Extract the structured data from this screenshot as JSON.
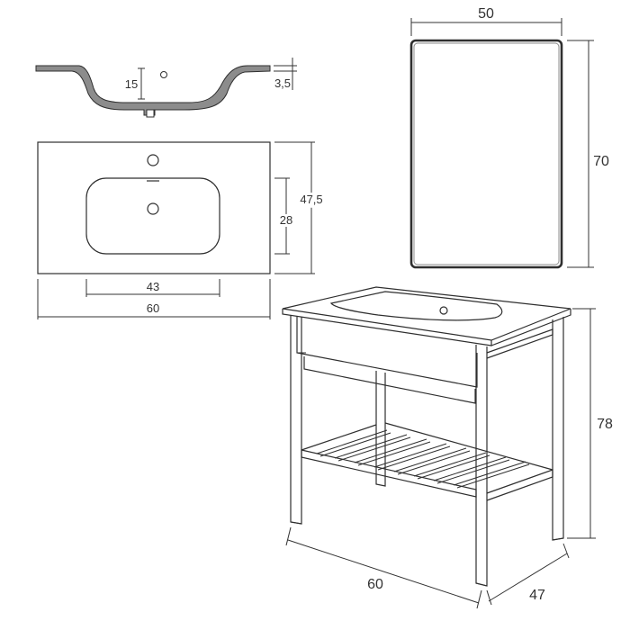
{
  "dimensions": {
    "sink_depth": "15",
    "rim_thickness": "3,5",
    "sink_depth_overall": "47,5",
    "bowl_depth": "28",
    "bowl_width": "43",
    "sink_width": "60",
    "mirror_width": "50",
    "mirror_height": "70",
    "stand_height": "78",
    "stand_width": "60",
    "stand_depth": "47"
  },
  "colors": {
    "line": "#2f2f2f",
    "section_fill": "#8c8c8c",
    "background": "#ffffff"
  }
}
